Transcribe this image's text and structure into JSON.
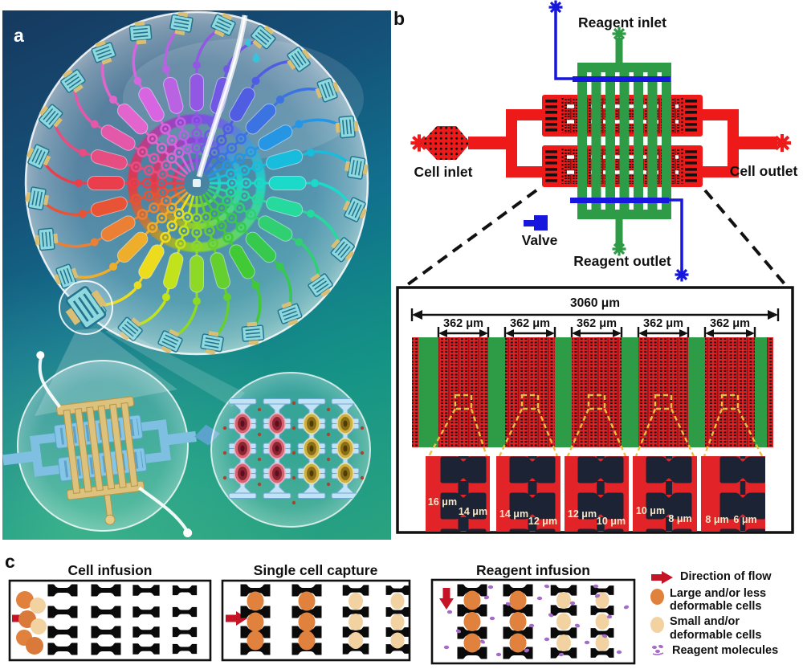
{
  "panels": {
    "a_label": "a",
    "b_label": "b",
    "c_label": "c"
  },
  "panel_b": {
    "labels": {
      "reagent_inlet": "Reagent inlet",
      "reagent_outlet": "Reagent outlet",
      "cell_inlet": "Cell inlet",
      "cell_outlet": "Cell outlet",
      "valve": "Valve"
    },
    "dimensions": {
      "total_width": "3060 μm",
      "segment_width": "362 μm",
      "segment_count": 5
    },
    "trap_sizes": [
      {
        "left": "16 μm",
        "right": "14 μm"
      },
      {
        "left": "14 μm",
        "right": "12 μm"
      },
      {
        "left": "12 μm",
        "right": "10 μm"
      },
      {
        "left": "10 μm",
        "right": "8 μm"
      },
      {
        "left": "8 μm",
        "right": "6 μm"
      }
    ],
    "colors": {
      "cell_channel": "#EE1A1A",
      "reagent_channel": "#2E9C46",
      "valve_line": "#1616DE"
    }
  },
  "panel_c": {
    "box_titles": [
      "Cell infusion",
      "Single cell capture",
      "Reagent  infusion"
    ],
    "legend": [
      {
        "name": "flow-arrow",
        "label": "Direction of flow"
      },
      {
        "name": "large-cell",
        "label": "Large and/or less deformable cells"
      },
      {
        "name": "small-cell",
        "label": "Small and/or deformable cells"
      },
      {
        "name": "reagent-molecules",
        "label": "Reagent molecules"
      }
    ],
    "colors": {
      "large_cell": "#E0823E",
      "small_cell": "#F3D2A2",
      "reagent_molecule": "#A46BC8",
      "flow_arrow": "#C41425"
    }
  }
}
